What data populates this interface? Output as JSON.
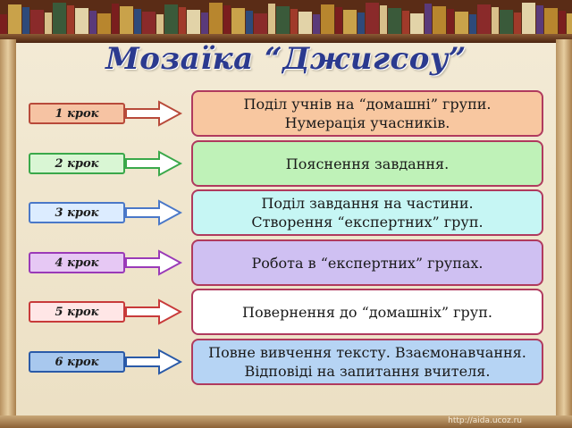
{
  "title": "Мозаїка “Джигсоу”",
  "steps": [
    {
      "label": "1 крок",
      "lines": [
        "Поділ учнів на “домашні” групи.",
        "Нумерація учасників."
      ],
      "label_bg": "#f6c3a3",
      "label_border": "#b84a3a",
      "arrow_color": "#b84a3a",
      "box_bg": "#f8c7a0"
    },
    {
      "label": "2 крок",
      "lines": [
        "Пояснення завдання."
      ],
      "label_bg": "#d9f6d4",
      "label_border": "#3aa84a",
      "arrow_color": "#3aa84a",
      "box_bg": "#bff2b8"
    },
    {
      "label": "3 крок",
      "lines": [
        "Поділ завдання на частини.",
        "Створення “експертних” груп."
      ],
      "label_bg": "#dcecff",
      "label_border": "#4a78c8",
      "arrow_color": "#4a78c8",
      "box_bg": "#c6f6f4"
    },
    {
      "label": "4 крок",
      "lines": [
        "Робота в “експертних” групах."
      ],
      "label_bg": "#e6c8f4",
      "label_border": "#9a3ab8",
      "arrow_color": "#9a3ab8",
      "box_bg": "#cfc0f2"
    },
    {
      "label": "5 крок",
      "lines": [
        "Повернення до “домашніх” груп."
      ],
      "label_bg": "#ffe6e6",
      "label_border": "#c83a3a",
      "arrow_color": "#c83a3a",
      "box_bg": "#ffffff"
    },
    {
      "label": "6 крок",
      "lines": [
        "Повне вивчення тексту. Взаємонавчання.",
        "Відповіді на запитання вчителя."
      ],
      "label_bg": "#a8c8ee",
      "label_border": "#2a5aa8",
      "arrow_color": "#2a5aa8",
      "box_bg": "#b6d4f4"
    }
  ],
  "watermark": "http://aida.ucoz.ru"
}
